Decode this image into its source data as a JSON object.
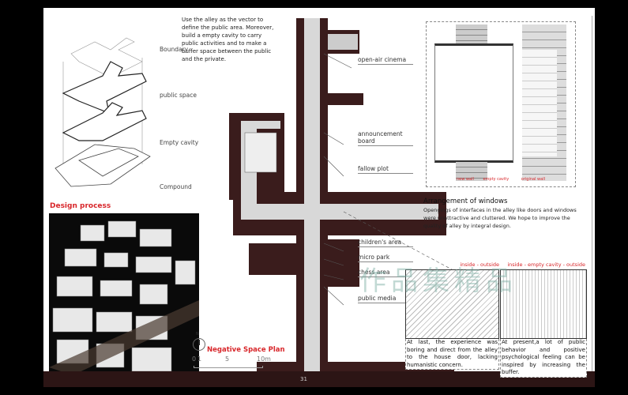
{
  "intro_text": "Use the alley as the vector to define the public area. Moreover, build a empty cavity to carry public activities and to make a buffer space between the public and the private.",
  "layers": [
    "Boundary",
    "public space",
    "Empty cavity",
    "Compound"
  ],
  "design_process_title": "Design process",
  "plan": {
    "title": "Negative Space Plan",
    "north": "N",
    "scale_ticks": [
      "0",
      "1",
      "5",
      "10m"
    ],
    "callouts": [
      "open-air cinema",
      "announcement board",
      "fallow plot",
      "children's area",
      "micro park",
      "chess area",
      "public media"
    ]
  },
  "wall_section": {
    "labels": [
      "new wall",
      "empty cavity",
      "original wall"
    ]
  },
  "windows": {
    "title": "Arrangement of windows",
    "text": "Opengings of interfaces in the alley like doors and windows were unattractive and cluttered. We hope to improve the quality of alley by integral design."
  },
  "comparisons": [
    {
      "title": "inside - outside",
      "text": "At last, the experience was boring and direct from the alley to the house door, lacking humanistic concern."
    },
    {
      "title": "inside - empty cavity - outside",
      "text": "At present,a lot of public behavior and positive psychological feeling can be inspired by increasing the buffer."
    }
  ],
  "page_number": "31",
  "watermark": "作品集精品",
  "colors": {
    "accent": "#d8262a",
    "wall": "#3a1c1c",
    "bar": "#2c1515"
  }
}
